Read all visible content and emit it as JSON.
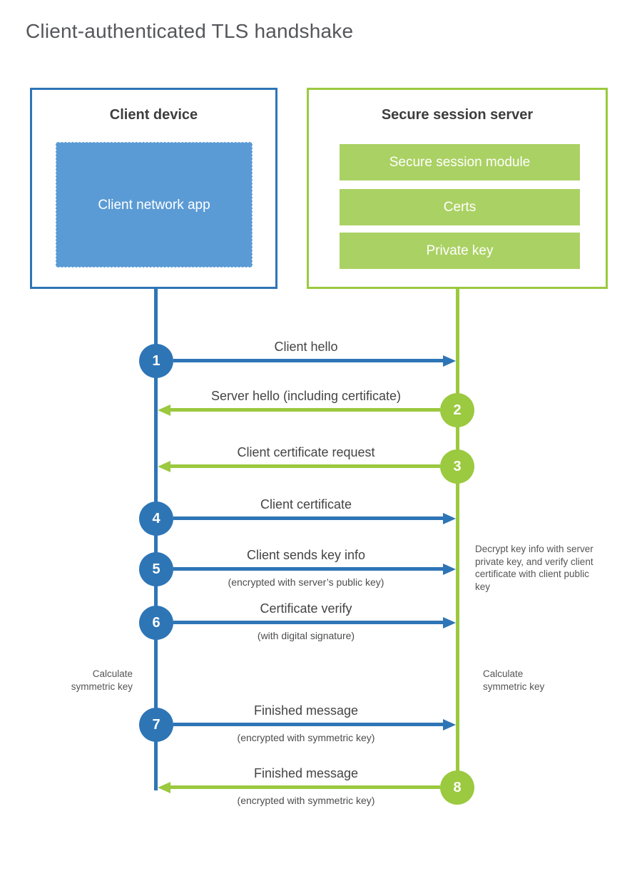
{
  "title": "Client-authenticated TLS handshake",
  "colors": {
    "client_blue": "#2e75b6",
    "client_blue_fill": "#5b9bd5",
    "server_green": "#9bc93f",
    "server_green_fill": "#aad163",
    "heading_text": "#3d3d3d",
    "label_text": "#444444",
    "note_text": "#555555"
  },
  "client_box": {
    "title": "Client device",
    "app_label": "Client network app"
  },
  "server_box": {
    "title": "Secure session server",
    "modules": [
      "Secure session module",
      "Certs",
      "Private key"
    ]
  },
  "messages": [
    {
      "num": "1",
      "label": "Client hello",
      "sub": "",
      "direction": "client-to-server"
    },
    {
      "num": "2",
      "label": "Server hello (including certificate)",
      "sub": "",
      "direction": "server-to-client"
    },
    {
      "num": "3",
      "label": "Client certificate request",
      "sub": "",
      "direction": "server-to-client"
    },
    {
      "num": "4",
      "label": "Client certificate",
      "sub": "",
      "direction": "client-to-server"
    },
    {
      "num": "5",
      "label": "Client sends key info",
      "sub": "(encrypted with server’s public key)",
      "direction": "client-to-server"
    },
    {
      "num": "6",
      "label": "Certificate verify",
      "sub": "(with digital signature)",
      "direction": "client-to-server"
    },
    {
      "num": "7",
      "label": "Finished message",
      "sub": "(encrypted with symmetric key)",
      "direction": "client-to-server"
    },
    {
      "num": "8",
      "label": "Finished message",
      "sub": "(encrypted with symmetric key)",
      "direction": "server-to-client"
    }
  ],
  "annotations": {
    "decrypt_note": "Decrypt key info with server private key, and verify client certificate with client public key",
    "calc_left": "Calculate symmetric key",
    "calc_right": "Calculate symmetric key"
  }
}
